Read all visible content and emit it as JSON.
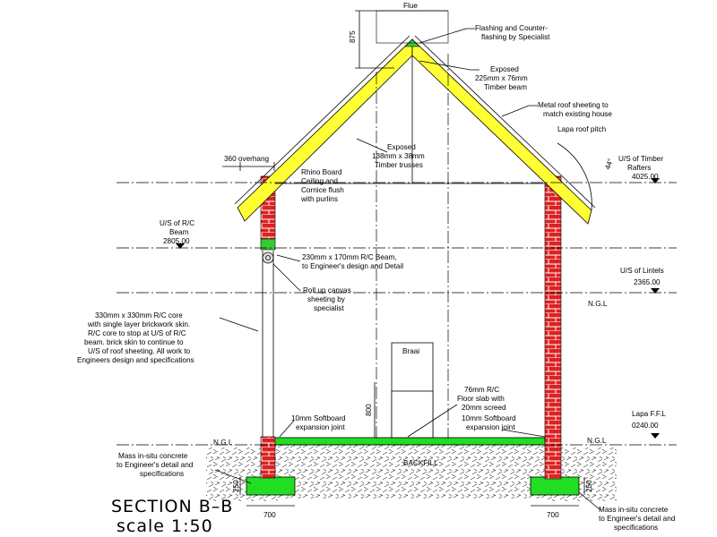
{
  "title": "SECTION B–B",
  "scale": "scale 1:50",
  "colors": {
    "roof": "#ffff33",
    "brick": "#dd2222",
    "mortar": "#ffffff",
    "beam": "#33cc33",
    "footing": "#22dd22",
    "ngl_line": "#000000"
  },
  "levels": {
    "ngl_left": "N.G.L",
    "ngl_mid": "N.G.L",
    "ngl_right": "N.G.L",
    "rc_beam_name": "U/S of R/C\nBeam",
    "rc_beam_value": "2805.00",
    "timber_name": "U/S of Timber\nRafters",
    "timber_value": "4025.00",
    "lintels_name": "U/S of Lintels",
    "lintels_value": "2365.00",
    "ffl_name": "Lapa F.F.L",
    "ffl_value": "0240.00"
  },
  "dimensions": {
    "flue_label": "Flue",
    "flue_height": "875",
    "overhang": "360 overhang",
    "pitch": "44°",
    "braai_height": "800",
    "footing_height_left": "250",
    "footing_height_right": "250",
    "footing_width_left": "700",
    "footing_width_right": "700"
  },
  "annotations": {
    "flashing": "Flashing and Counter-\nflashing by Specialist",
    "timber_beam": "Exposed\n225mm x 76mm\nTimber beam",
    "metal_roof": "Metal roof sheeting to\nmatch existing house",
    "lapa_pitch": "Lapa roof pitch",
    "trusses": "Exposed\n138mm x 38mm\nTimber trusses",
    "rhino_board": "Rhino Board\nCeiling and\nCornice flush\nwith purlins",
    "rc_beam": "230mm x 170mm R/C Beam,\nto Engineer's design and Detail",
    "canvas": "Roll up canvas\nsheeting by\nspecialist",
    "rc_core": "330mm x 330mm R/C core\nwith single layer brickwork skin.\nR/C core to stop at U/S of R/C\nbeam. brick skin to continue to\nU/S of roof sheeting. All work to\nEngineers design and specifications",
    "braai": "Braai",
    "floor_slab": "76mm R/C\nFloor slab with\n20mm screed",
    "softboard_left": "10mm Softboard\nexpansion joint",
    "softboard_right": "10mm Softboard\nexpansion joint",
    "mass_left": "Mass in-situ concrete\nto Engineer's detail and\nspecifications",
    "mass_right": "Mass in-situ concrete\nto Engineer's detail and\nspecifications",
    "backfill": "BACKFILL"
  }
}
